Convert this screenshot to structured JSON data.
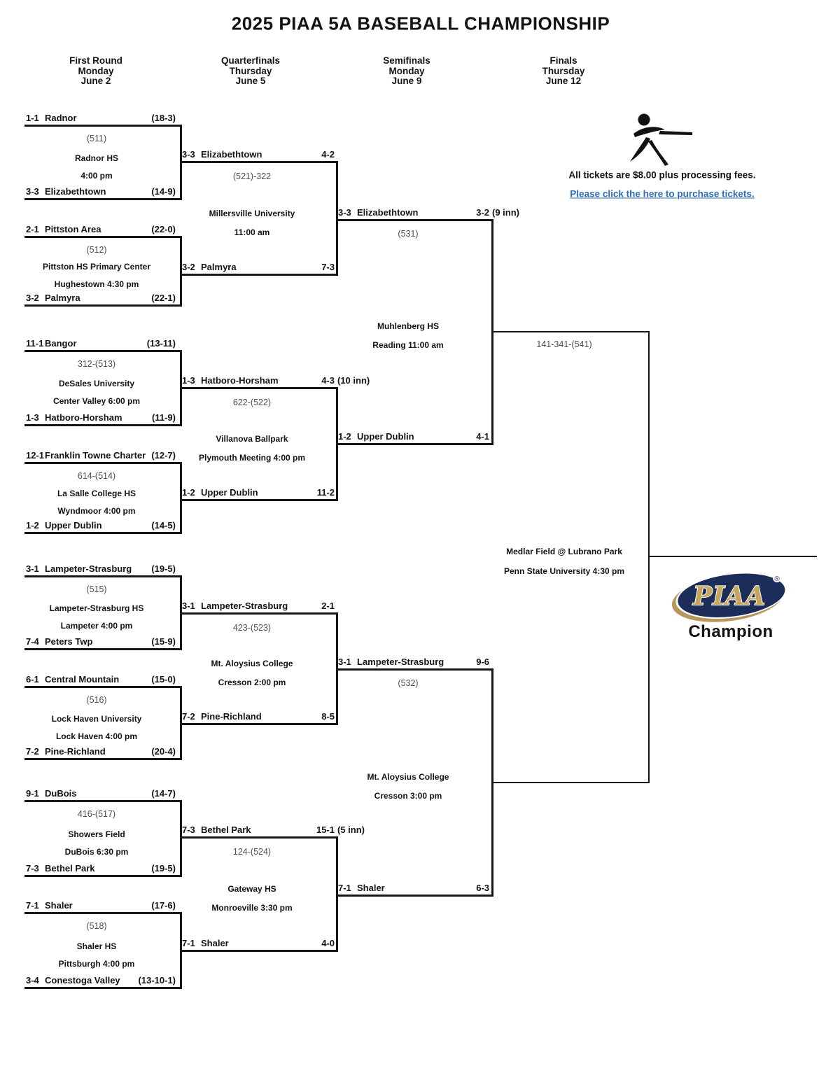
{
  "title": "2025 PIAA 5A BASEBALL CHAMPIONSHIP",
  "rounds": [
    {
      "label": "First Round",
      "day": "Monday",
      "date": "June 2"
    },
    {
      "label": "Quarterfinals",
      "day": "Thursday",
      "date": "June 5"
    },
    {
      "label": "Semifinals",
      "day": "Monday",
      "date": "June 9"
    },
    {
      "label": "Finals",
      "day": "Thursday",
      "date": "June 12"
    }
  ],
  "tickets": {
    "info": "All tickets are $8.00 plus processing fees.",
    "link": "Please click the here to purchase tickets."
  },
  "first_round": [
    {
      "top": {
        "seed": "1-1",
        "name": "Radnor",
        "record": "(18-3)"
      },
      "bottom": {
        "seed": "3-3",
        "name": "Elizabethtown",
        "record": "(14-9)"
      },
      "game_no": "(511)",
      "venue": "Radnor HS",
      "time": "4:00 pm"
    },
    {
      "top": {
        "seed": "2-1",
        "name": "Pittston Area",
        "record": "(22-0)"
      },
      "bottom": {
        "seed": "3-2",
        "name": "Palmyra",
        "record": "(22-1)"
      },
      "game_no": "(512)",
      "venue": "Pittston HS Primary Center",
      "time": "Hughestown 4:30 pm"
    },
    {
      "top": {
        "seed": "11-1",
        "name": "Bangor",
        "record": "(13-11)"
      },
      "bottom": {
        "seed": "1-3",
        "name": "Hatboro-Horsham",
        "record": "(11-9)"
      },
      "game_no": "312-(513)",
      "venue": "DeSales University",
      "time": "Center Valley 6:00 pm"
    },
    {
      "top": {
        "seed": "12-1",
        "name": "Franklin Towne Charter",
        "record": "(12-7)"
      },
      "bottom": {
        "seed": "1-2",
        "name": "Upper Dublin",
        "record": "(14-5)"
      },
      "game_no": "614-(514)",
      "venue": "La Salle College HS",
      "time": "Wyndmoor 4:00 pm"
    },
    {
      "top": {
        "seed": "3-1",
        "name": "Lampeter-Strasburg",
        "record": "(19-5)"
      },
      "bottom": {
        "seed": "7-4",
        "name": "Peters Twp",
        "record": "(15-9)"
      },
      "game_no": "(515)",
      "venue": "Lampeter-Strasburg HS",
      "time": "Lampeter 4:00 pm"
    },
    {
      "top": {
        "seed": "6-1",
        "name": "Central Mountain",
        "record": "(15-0)"
      },
      "bottom": {
        "seed": "7-2",
        "name": "Pine-Richland",
        "record": "(20-4)"
      },
      "game_no": "(516)",
      "venue": "Lock Haven University",
      "time": "Lock Haven 4:00 pm"
    },
    {
      "top": {
        "seed": "9-1",
        "name": "DuBois",
        "record": "(14-7)"
      },
      "bottom": {
        "seed": "7-3",
        "name": "Bethel Park",
        "record": "(19-5)"
      },
      "game_no": "416-(517)",
      "venue": "Showers Field",
      "time": "DuBois 6:30 pm"
    },
    {
      "top": {
        "seed": "7-1",
        "name": "Shaler",
        "record": "(17-6)"
      },
      "bottom": {
        "seed": "3-4",
        "name": "Conestoga Valley",
        "record": "(13-10-1)"
      },
      "game_no": "(518)",
      "venue": "Shaler HS",
      "time": "Pittsburgh 4:00 pm"
    }
  ],
  "quarterfinals": [
    {
      "top": {
        "seed": "3-3",
        "name": "Elizabethtown",
        "score": "4-2"
      },
      "bottom": {
        "seed": "3-2",
        "name": "Palmyra",
        "score": "7-3"
      },
      "game_no": "(521)-322",
      "venue": "Millersville University",
      "time": "11:00 am"
    },
    {
      "top": {
        "seed": "1-3",
        "name": "Hatboro-Horsham",
        "score": "4-3",
        "note": "(10 inn)"
      },
      "bottom": {
        "seed": "1-2",
        "name": "Upper Dublin",
        "score": "11-2"
      },
      "game_no": "622-(522)",
      "venue": "Villanova Ballpark",
      "time": "Plymouth Meeting 4:00 pm"
    },
    {
      "top": {
        "seed": "3-1",
        "name": "Lampeter-Strasburg",
        "score": "2-1"
      },
      "bottom": {
        "seed": "7-2",
        "name": "Pine-Richland",
        "score": "8-5"
      },
      "game_no": "423-(523)",
      "venue": "Mt. Aloysius College",
      "time": "Cresson 2:00 pm"
    },
    {
      "top": {
        "seed": "7-3",
        "name": "Bethel Park",
        "score": "15-1",
        "note": "(5 inn)"
      },
      "bottom": {
        "seed": "7-1",
        "name": "Shaler",
        "score": "4-0"
      },
      "game_no": "124-(524)",
      "venue": "Gateway HS",
      "time": "Monroeville 3:30 pm"
    }
  ],
  "semifinals": [
    {
      "top": {
        "seed": "3-3",
        "name": "Elizabethtown",
        "score": "3-2",
        "note": "(9 inn)"
      },
      "bottom": {
        "seed": "1-2",
        "name": "Upper Dublin",
        "score": "4-1"
      },
      "game_no": "(531)",
      "venue": "Muhlenberg HS",
      "time": "Reading 11:00 am"
    },
    {
      "top": {
        "seed": "3-1",
        "name": "Lampeter-Strasburg",
        "score": "9-6"
      },
      "bottom": {
        "seed": "7-1",
        "name": "Shaler",
        "score": "6-3"
      },
      "game_no": "(532)",
      "venue": "Mt. Aloysius College",
      "time": "Cresson 3:00 pm"
    }
  ],
  "final": {
    "game_no": "141-341-(541)",
    "venue": "Medlar Field @ Lubrano Park",
    "time": "Penn State University 4:30 pm"
  },
  "champion": {
    "label": "Champion",
    "logo_text": "PIAA",
    "logo_reg": "®"
  },
  "icons": {
    "batter": "baseball-batter",
    "logo": "piaa-logo"
  },
  "colors": {
    "line": "#161616",
    "link_blue": "#2e6cb5",
    "logo_navy": "#1d2d5a",
    "logo_gold": "#c7a65e",
    "game_no_gray": "#4e4e4e"
  }
}
